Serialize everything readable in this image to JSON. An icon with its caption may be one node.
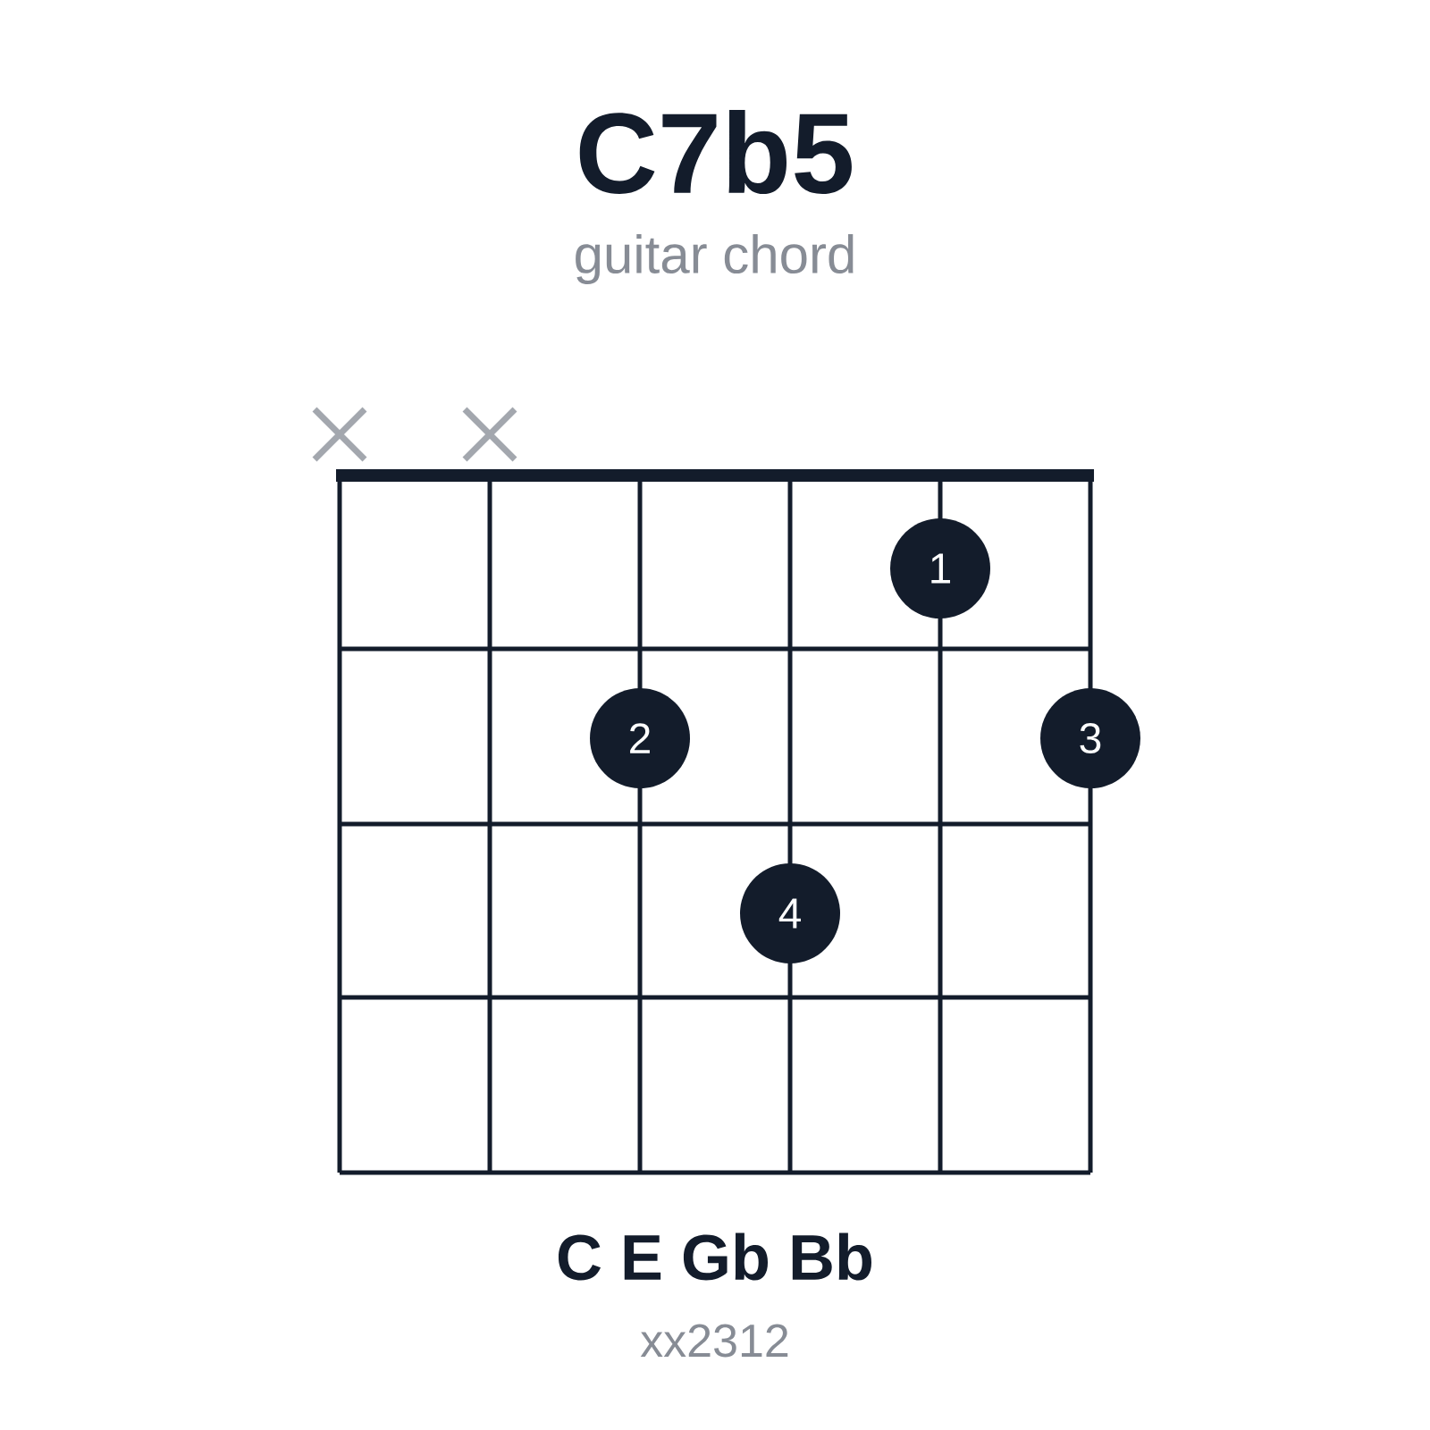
{
  "diagram": {
    "title": "C7b5",
    "nodes": [
      {
        "text": [
          "1"
        ]
      },
      {
        "text": [
          "2"
        ]
      },
      {
        "text": [
          "3"
        ]
      },
      {
        "text": [
          "4"
        ]
      }
    ],
    "labels": [
      "guitar chord",
      "C E Gb Bb",
      "xx2312"
    ]
  }
}
